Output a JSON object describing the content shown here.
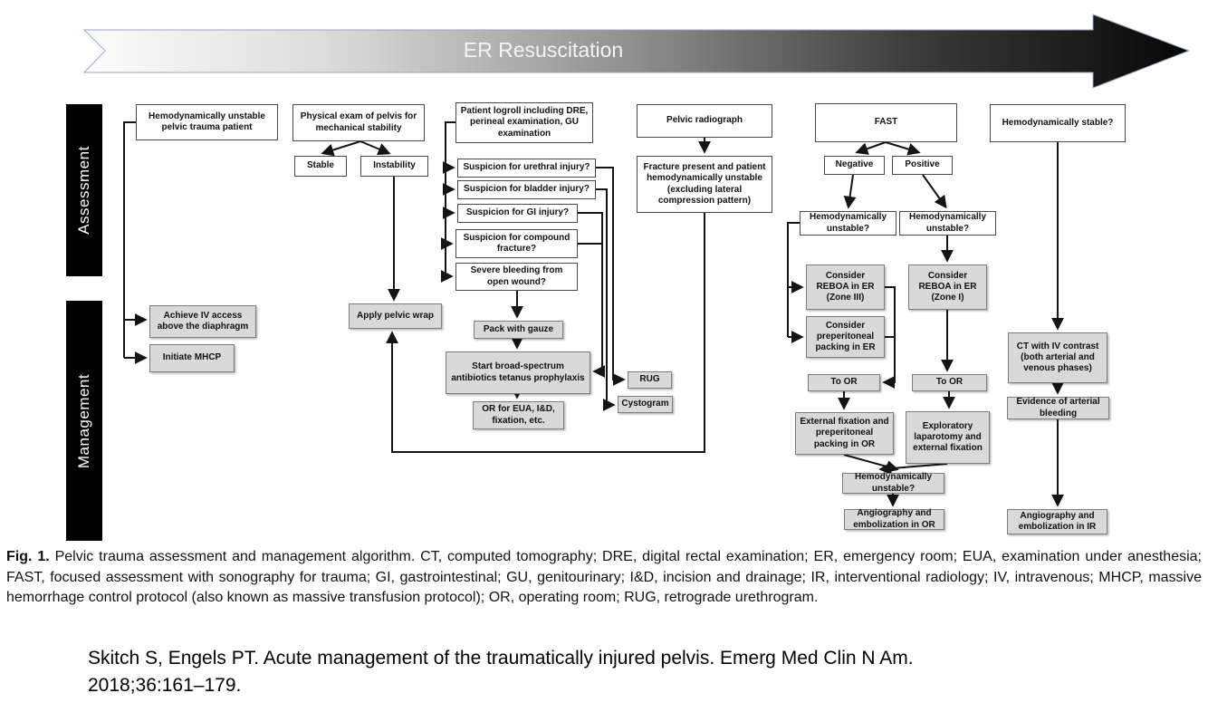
{
  "banner": {
    "label": "ER Resuscitation"
  },
  "sections": {
    "assessment": "Assessment",
    "management": "Management"
  },
  "nodes": {
    "hemo_patient": "Hemodynamically unstable pelvic trauma patient",
    "achieve_iv": "Achieve IV access above the diaphragm",
    "initiate_mhcp": "Initiate MHCP",
    "physical_exam": "Physical exam of pelvis for mechanical stability",
    "stable": "Stable",
    "instability": "Instability",
    "apply_wrap": "Apply pelvic wrap",
    "logroll": "Patient logroll including DRE, perineal examination, GU examination",
    "urethral": "Suspicion for urethral injury?",
    "bladder": "Suspicion for bladder injury?",
    "gi": "Suspicion for GI injury?",
    "compound": "Suspicion for compound fracture?",
    "severe_bleeding": "Severe bleeding from open wound?",
    "pack_gauze": "Pack with gauze",
    "antibiotics": "Start broad-spectrum antibiotics tetanus prophylaxis",
    "or_eua": "OR for EUA, I&D, fixation, etc.",
    "rug": "RUG",
    "cystogram": "Cystogram",
    "radiograph": "Pelvic radiograph",
    "fracture": "Fracture present and patient hemodynamically unstable (excluding lateral compression pattern)",
    "fast": "FAST",
    "negative": "Negative",
    "positive": "Positive",
    "hemo_left": "Hemodynamically unstable?",
    "hemo_right": "Hemodynamically unstable?",
    "reboa_zone3": "Consider REBOA in ER (Zone III)",
    "reboa_zone1": "Consider REBOA in ER (Zone I)",
    "preperitoneal": "Consider preperitoneal packing in ER",
    "to_or_left": "To OR",
    "to_or_right": "To OR",
    "ext_fixation": "External fixation and preperitoneal packing in OR",
    "exp_laparotomy": "Exploratory laparotomy and external fixation",
    "hemo_bottom": "Hemodynamically unstable?",
    "angio_or": "Angiography and embolization in OR",
    "hemo_stable": "Hemodynamically stable?",
    "ct_contrast": "CT with IV contrast (both arterial and venous phases)",
    "evidence_bleeding": "Evidence of arterial bleeding",
    "angio_ir": "Angiography and embolization in IR"
  },
  "caption": {
    "fig_label": "Fig. 1.",
    "text": "Pelvic trauma assessment and management algorithm. CT, computed tomography; DRE, digital rectal examination; ER, emergency room; EUA, examination under anesthesia; FAST, focused assessment with sonography for trauma; GI, gastrointestinal; GU, genitourinary; I&D, incision and drainage; IR, interventional radiology; IV, intravenous; MHCP, massive hemorrhage control protocol (also known as massive transfusion protocol); OR, operating room; RUG, retrograde urethrogram."
  },
  "citation": {
    "line1": "Skitch S, Engels PT. Acute management of the traumatically injured pelvis. Emerg Med Clin N Am.",
    "line2": "2018;36:161–179."
  },
  "colors": {
    "management_fill": "#d9d9d9",
    "assessment_fill": "#ffffff",
    "section_bar": "#000000",
    "banner_start": "#fcfcfc",
    "banner_end": "#0a0a0a",
    "banner_border": "#93a9c7",
    "line": "#141414"
  }
}
